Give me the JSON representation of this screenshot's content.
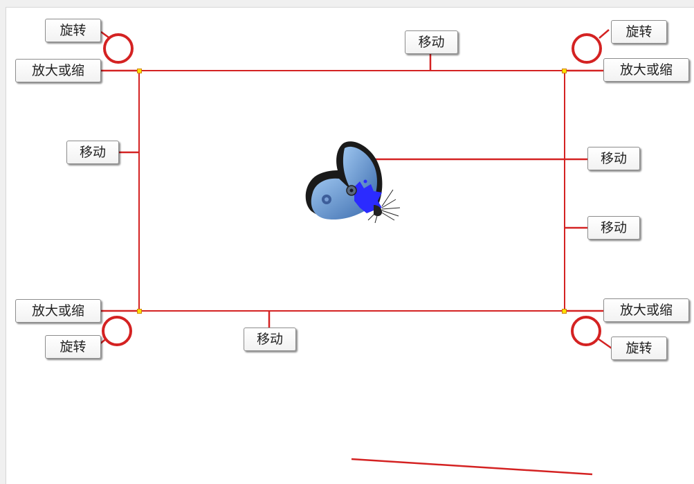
{
  "colors": {
    "guide_line": "#d42222",
    "rotate_circle": "#d42222",
    "handle_fill": "#ffe000",
    "butterfly_wing": "#6fa0d8",
    "butterfly_edge": "#1a1a1a",
    "butterfly_accent": "#2b2bff"
  },
  "labels": {
    "rotate": "旋转",
    "scale": "放大或缩",
    "move": "移动"
  },
  "callouts": {
    "rotate_top_left": "旋转",
    "scale_top_left": "放大或缩",
    "move_top": "移动",
    "rotate_top_right": "旋转",
    "scale_top_right": "放大或缩",
    "move_left": "移动",
    "move_pivot": "移动",
    "move_right": "移动",
    "scale_bottom_left": "放大或缩",
    "rotate_bottom_left": "旋转",
    "move_bottom": "移动",
    "scale_bottom_right": "放大或缩",
    "rotate_bottom_right": "旋转"
  },
  "icons": {
    "subject": "butterfly-icon",
    "rotate_handle": "rotate-circle-icon",
    "corner_handle": "scale-handle-icon",
    "pivot": "pivot-point-icon"
  }
}
